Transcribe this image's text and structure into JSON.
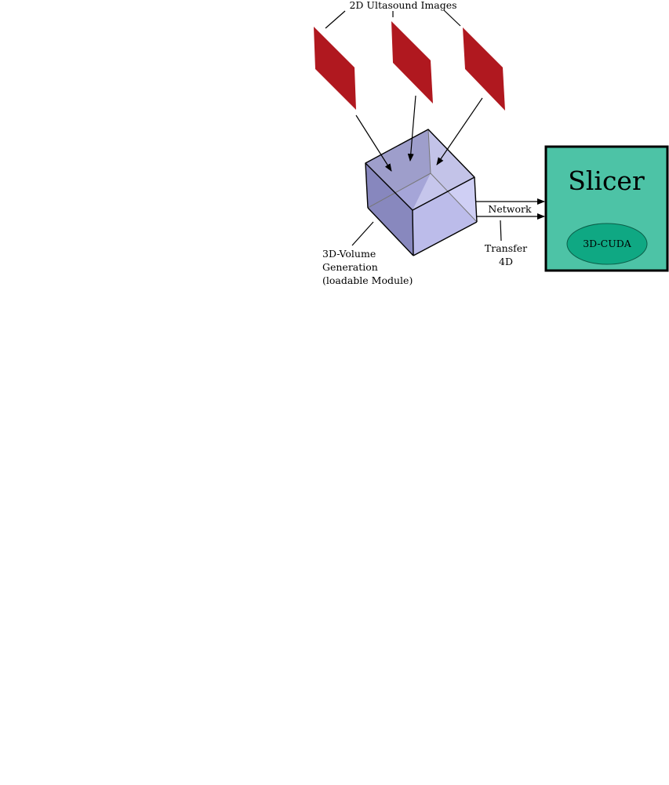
{
  "labels": {
    "images": "2D Ultasound Images",
    "volume_line1": "3D-Volume",
    "volume_line2": "Generation",
    "volume_line3": "(loadable Module)",
    "network": "Network",
    "transfer_line1": "Transfer",
    "transfer_line2": "4D",
    "slicer": "Slicer",
    "cuda": "3D-CUDA"
  },
  "colors": {
    "slice": "#b0181f",
    "slicer_box": "#4dc3a6",
    "cuda": "#0fa883",
    "cube": "#a3a3d6"
  }
}
